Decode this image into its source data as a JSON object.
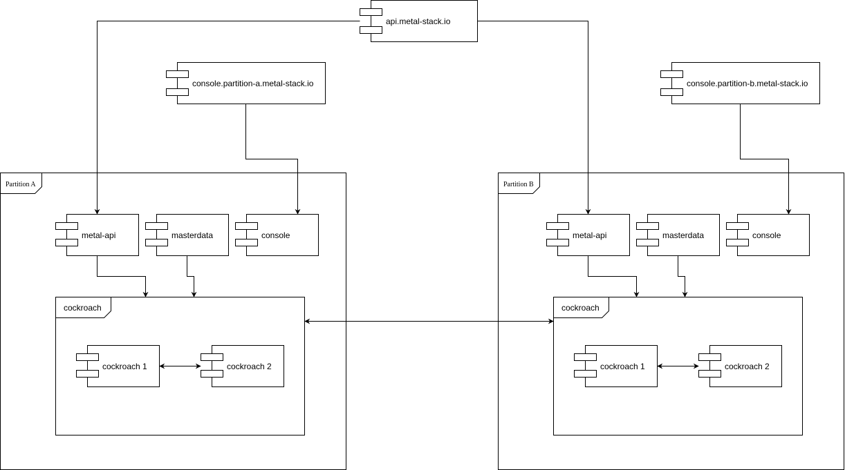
{
  "components": {
    "api_top": "api.metal-stack.io",
    "console_a_top": "console.partition-a.metal-stack.io",
    "console_b_top": "console.partition-b.metal-stack.io"
  },
  "partitions": {
    "a": {
      "title": "Partition A",
      "metal_api": "metal-api",
      "masterdata": "masterdata",
      "console": "console",
      "cockroach_group": "cockroach",
      "cockroach_1": "cockroach 1",
      "cockroach_2": "cockroach 2"
    },
    "b": {
      "title": "Partition B",
      "metal_api": "metal-api",
      "masterdata": "masterdata",
      "console": "console",
      "cockroach_group": "cockroach",
      "cockroach_1": "cockroach 1",
      "cockroach_2": "cockroach 2"
    }
  }
}
